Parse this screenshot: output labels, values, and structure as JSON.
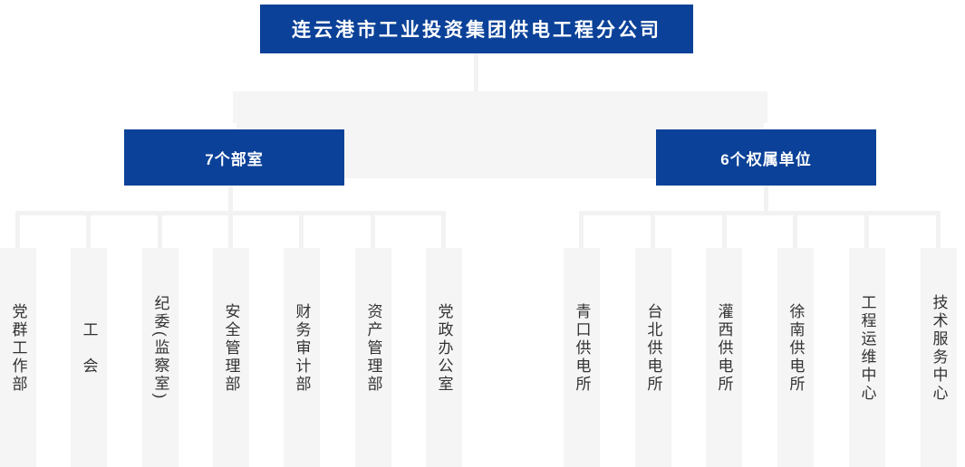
{
  "org_chart": {
    "root": {
      "label": "连云港市工业投资集团供电工程分公司"
    },
    "groups": [
      {
        "label": "7个部室",
        "children": [
          "党群工作部",
          "工　会",
          "纪委(监察室)",
          "安全管理部",
          "财务审计部",
          "资产管理部",
          "党政办公室"
        ]
      },
      {
        "label": "6个权属单位",
        "children": [
          "青口供电所",
          "台北供电所",
          "灌西供电所",
          "徐南供电所",
          "工程运维中心",
          "技术服务中心"
        ]
      }
    ],
    "colors": {
      "node_blue": "#0b4198",
      "panel_gray": "#f5f5f5",
      "line_gray": "#f2f2f2",
      "text_dark": "#333333",
      "text_white": "#ffffff"
    }
  }
}
